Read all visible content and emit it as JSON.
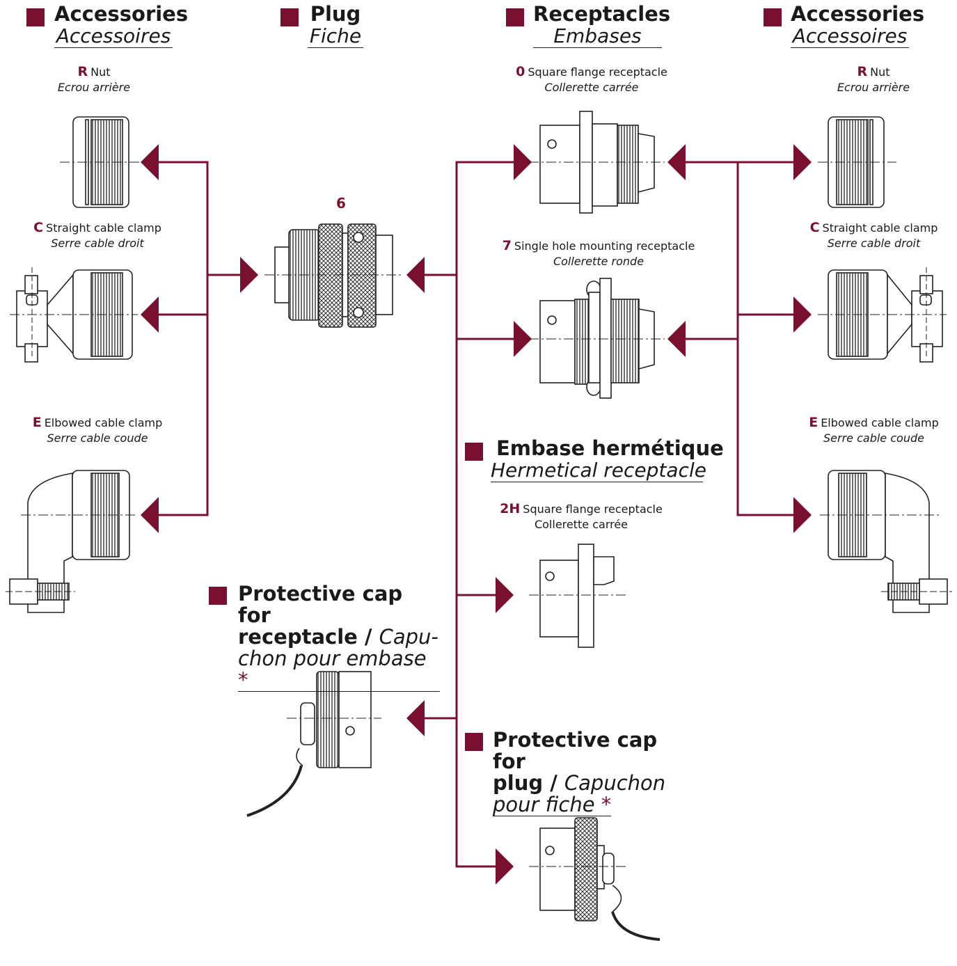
{
  "colors": {
    "accent": "#7a1030",
    "ink": "#1a1a1a"
  },
  "columns": {
    "left_accessories": {
      "title": "Accessories",
      "subtitle": "Accessoires"
    },
    "plug": {
      "title": "Plug",
      "subtitle": "Fiche",
      "code": "6"
    },
    "receptacles": {
      "title": "Receptacles",
      "subtitle": "Embases"
    },
    "right_accessories": {
      "title": "Accessories",
      "subtitle": "Accessoires"
    }
  },
  "left_items": [
    {
      "code": "R",
      "label": "Nut",
      "label_fr": "Ecrou arrière"
    },
    {
      "code": "C",
      "label": "Straight cable clamp",
      "label_fr": "Serre cable droit"
    },
    {
      "code": "E",
      "label": "Elbowed cable clamp",
      "label_fr": "Serre cable coude"
    }
  ],
  "right_items": [
    {
      "code": "R",
      "label": "Nut",
      "label_fr": "Ecrou arrière"
    },
    {
      "code": "C",
      "label": "Straight cable clamp",
      "label_fr": "Serre cable droit"
    },
    {
      "code": "E",
      "label": "Elbowed cable clamp",
      "label_fr": "Serre cable coude"
    }
  ],
  "receptacle_items": [
    {
      "code": "0",
      "label": "Square flange receptacle",
      "label_fr": "Collerette carrée"
    },
    {
      "code": "7",
      "label": "Single hole mounting receptacle",
      "label_fr": "Collerette ronde"
    }
  ],
  "hermetic": {
    "title": "Embase hermétique",
    "subtitle": "Hermetical receptacle",
    "code": "2H",
    "label": "Square flange receptacle",
    "label_fr": "Collerette carrée"
  },
  "cap_receptacle": {
    "line1": "Protective cap for",
    "line2_bold": "receptacle /",
    "line2_italic": "Capu-",
    "line3": "chon pour embase",
    "star": "*"
  },
  "cap_plug": {
    "line1": "Protective cap for",
    "line2_bold": "plug /",
    "line2_italic": "Capuchon",
    "line3": "pour fiche",
    "star": "*"
  }
}
